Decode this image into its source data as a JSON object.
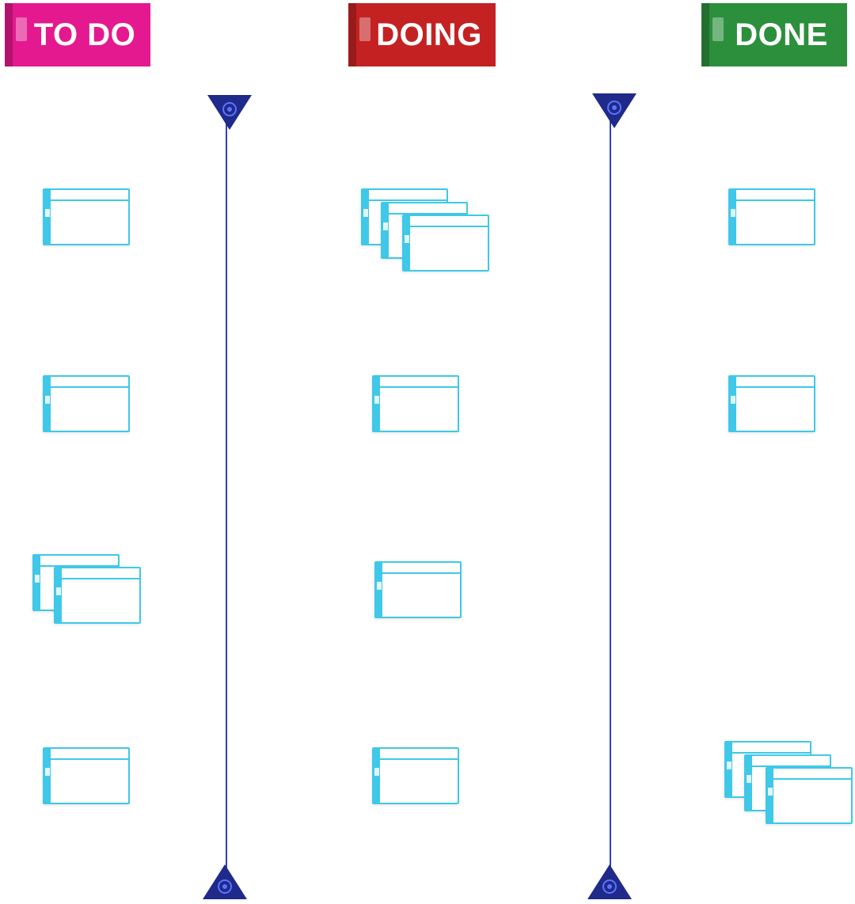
{
  "columns": [
    {
      "key": "todo",
      "label": "TO DO",
      "color": "#e4198f"
    },
    {
      "key": "doing",
      "label": "DOING",
      "color": "#c42222"
    },
    {
      "key": "done",
      "label": "DONE",
      "color": "#2c8f3c"
    }
  ],
  "colors": {
    "card_border": "#3fc8e8",
    "string": "#2f3fbf",
    "anchor": "#1f2a8a"
  }
}
